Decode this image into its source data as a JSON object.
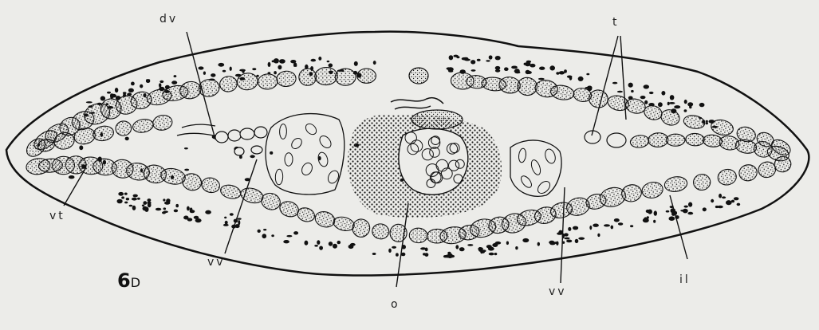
{
  "figure_number": "6",
  "figure_letter": "D",
  "labels": {
    "dv": "dv",
    "t": "t",
    "vt": "vt",
    "vv_left": "vv",
    "vv_right": "vv",
    "o": "o",
    "il": "il"
  },
  "colors": {
    "background": "#ecece9",
    "ink": "#111111",
    "stipple": "#1c1c1c"
  }
}
